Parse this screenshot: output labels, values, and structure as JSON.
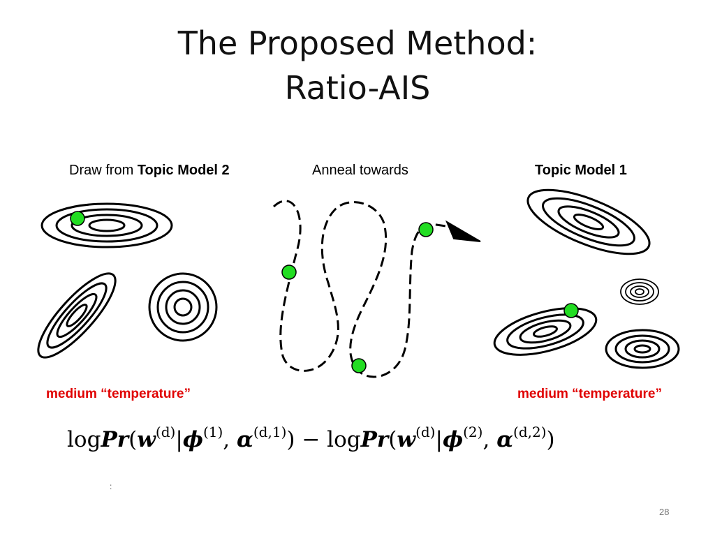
{
  "slide": {
    "title_line1": "The Proposed Method:",
    "title_line2": "Ratio-AIS",
    "label_left_prefix": "Draw from ",
    "label_left_bold": "Topic Model 2",
    "label_middle": "Anneal towards",
    "label_right_bold": "Topic Model 1",
    "temperature_left": "medium “temperature”",
    "temperature_right": "medium “temperature”",
    "formula": {
      "log1": "log",
      "pr1": "Pr",
      "open1": "(",
      "w1": "w",
      "w1_sup": "(d)",
      "bar1": "|",
      "phi1": "ϕ",
      "phi1_sup": "(1)",
      "comma1": ", ",
      "alpha1": "α",
      "alpha1_sup": "(d,1)",
      "close1": ")",
      "minus": " − ",
      "log2": "log",
      "pr2": "Pr",
      "open2": "(",
      "w2": "w",
      "w2_sup": "(d)",
      "bar2": "|",
      "phi2": "ϕ",
      "phi2_sup": "(2)",
      "comma2": ", ",
      "alpha2": "α",
      "alpha2_sup": "(d,2)",
      "close2": ")"
    },
    "small_mark": ":",
    "slide_number": "28",
    "colors": {
      "temperature_text": "#e00000",
      "sample_dot": "#22dd22",
      "contour": "#000000"
    },
    "icons": {
      "arrow": "arrow-head-icon"
    }
  }
}
